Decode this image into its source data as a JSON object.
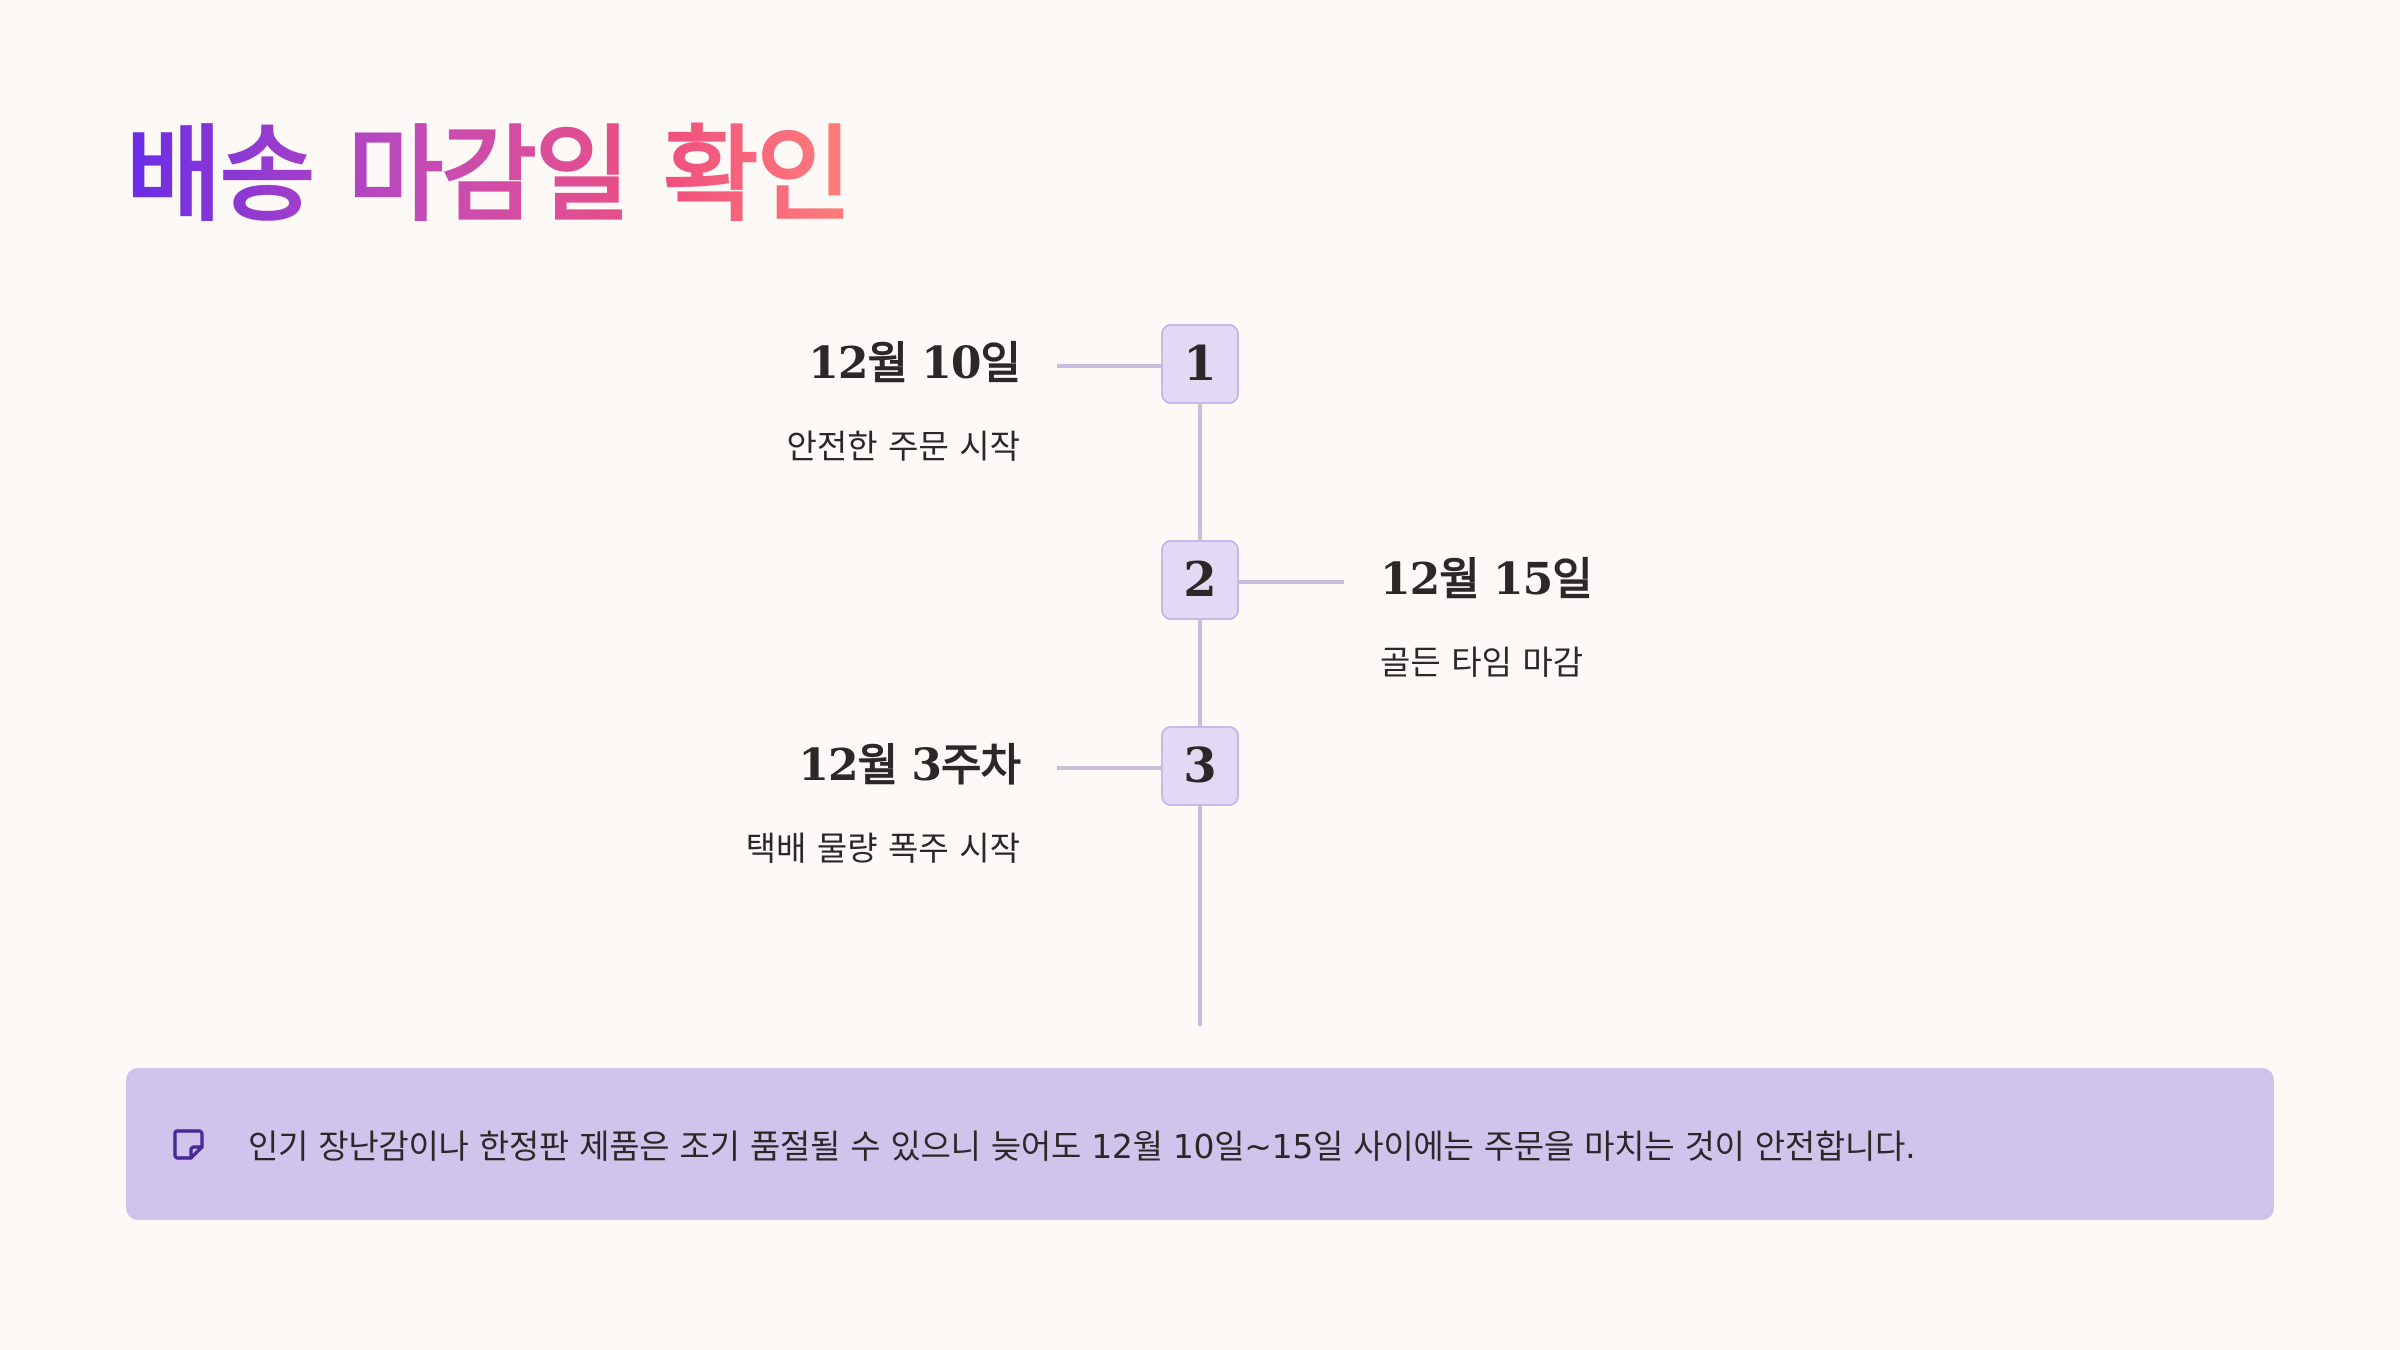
{
  "title": "배송 마감일 확인",
  "steps": [
    {
      "number": "1",
      "date": "12월 10일",
      "description": "안전한 주문 시작"
    },
    {
      "number": "2",
      "date": "12월 15일",
      "description": "골든 타임 마감"
    },
    {
      "number": "3",
      "date": "12월 3주차",
      "description": "택배 물량 폭주 시작"
    }
  ],
  "note": {
    "icon": "sticky-note-icon",
    "text": "인기 장난감이나 한정판 제품은 조기 품절될 수 있으니 늦어도 12월 10일~15일 사이에는 주문을 마치는 것이 안전합니다."
  },
  "colors": {
    "background": "#fdf9f6",
    "title_gradient": [
      "#6a2ce6",
      "#c34bb8",
      "#f0507e",
      "#ff7f7a"
    ],
    "step_box_fill": "#e2daf4",
    "timeline_line": "#c7bddf",
    "note_background": "#d0c3ec",
    "note_icon": "#4a2a96"
  }
}
